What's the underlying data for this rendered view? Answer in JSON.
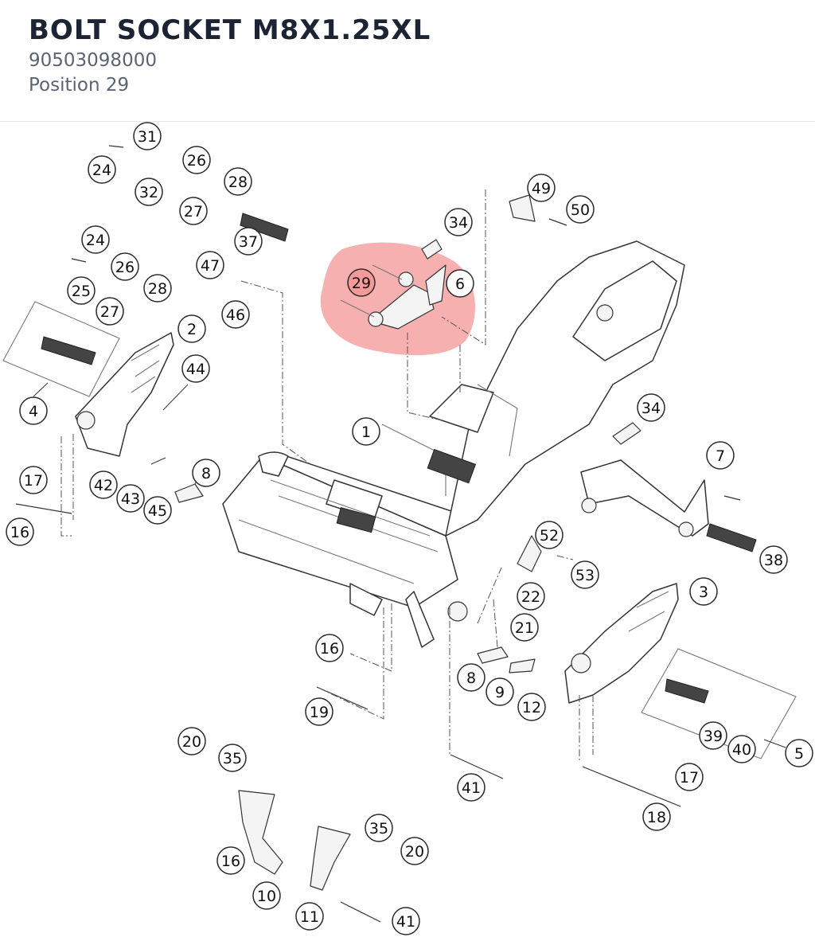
{
  "header": {
    "title": "BOLT SOCKET M8X1.25XL",
    "part_number": "90503098000",
    "position": "Position 29"
  },
  "highlight": {
    "color": "#f07070",
    "callout": "29"
  },
  "callouts": [
    "31",
    "24",
    "26",
    "32",
    "27",
    "28",
    "37",
    "24",
    "26",
    "25",
    "28",
    "27",
    "47",
    "46",
    "2",
    "4",
    "44",
    "42",
    "43",
    "45",
    "17",
    "16",
    "8",
    "34",
    "49",
    "50",
    "29",
    "6",
    "1",
    "34",
    "7",
    "38",
    "52",
    "53",
    "22",
    "21",
    "3",
    "16",
    "8",
    "9",
    "12",
    "19",
    "5",
    "39",
    "40",
    "41",
    "17",
    "18",
    "20",
    "35",
    "16",
    "10",
    "11",
    "35",
    "20",
    "41"
  ]
}
